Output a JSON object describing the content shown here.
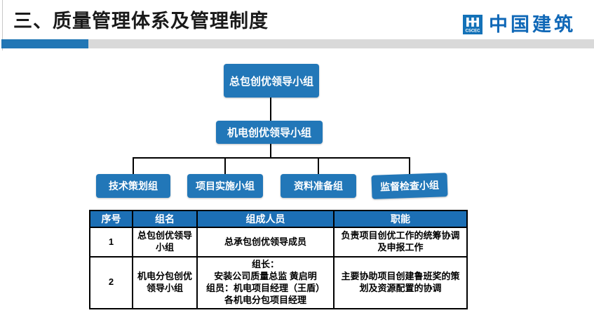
{
  "slide": {
    "title": "三、质量管理体系及管理制度",
    "logo": {
      "text": "中国建筑",
      "icon_label": "CSCEC"
    }
  },
  "org_chart": {
    "level1": "总包创优领导小组",
    "level2": "机电创优领导小组",
    "level3": [
      "技术策划组",
      "项目实施小组",
      "资料准备组",
      "监督检查小组"
    ]
  },
  "table": {
    "headers": [
      "序号",
      "组名",
      "组成人员",
      "职能"
    ],
    "rows": [
      {
        "no": "1",
        "group": "总包创优领导小组",
        "members": "总承包创优领导成员",
        "duty": "负责项目创优工作的统筹协调及申报工作"
      },
      {
        "no": "2",
        "group": "机电分包创优领导小组",
        "members": "组长：\n安装公司质量总监  黄启明\n组员：机电项目经理（王盾）\n各机电分包项目经理",
        "duty": "主要协助项目创建鲁班奖的策划及资源配置的协调"
      }
    ]
  },
  "colors": {
    "box_blue": "#2277B8",
    "table_header_blue": "#1C6FB5",
    "accent_bar_blue": "#2176B5",
    "accent_bar_gray": "#D9D9D9",
    "logo_blue": "#1068B7",
    "connector_black": "#000000"
  }
}
